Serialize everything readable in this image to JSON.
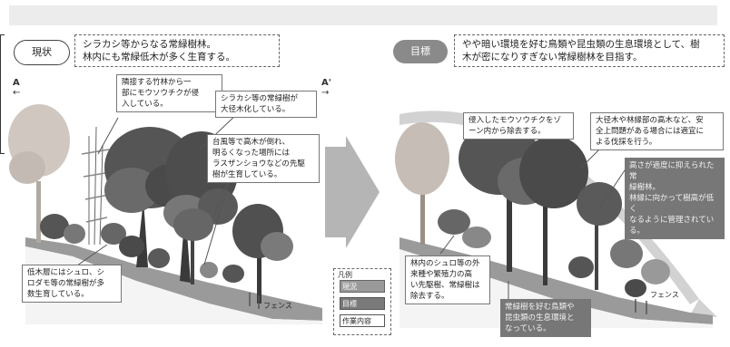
{
  "current": {
    "badge": "現状",
    "summary": "シラカシ等からなる常緑樹林。\n林内にも常緑低木が多く生育する。",
    "label_a": "A",
    "notes": {
      "bamboo": "隣接する竹林から一\n部にモウソウチクが侵\n入している。",
      "evergreen": "シラカシ等の常緑樹が\n大径木化している。",
      "gap": "台風等で高木が倒れ、\n明るくなった場所には\nラスザンショウなどの先駆\n樹が生育している。",
      "shrub": "低木層にはシュロ、シ\nロダモ等の常緑樹が多\n数生育している。"
    },
    "fence": "フェンス"
  },
  "target": {
    "badge": "目標",
    "summary": "やや暗い環境を好む鳥類や昆虫類の生息環境として、樹\n木が密になりすぎない常緑樹林を目指す。",
    "label_a2": "A'",
    "notes": {
      "remove_bamboo": "侵入したモウソウチクをゾ\nーン内から除去する。",
      "cutting": "大径木や林縁部の高木など、安\n全上問題がある場合には適宜に\nよる伐採を行う。",
      "managed": "高さが適度に抑えられた常\n緑樹林。\n林縁に向かって樹高が低く\nなるように管理されている。",
      "invasive": "林内のシュロ等の外\n来種や繁殖力の高\nい先駆樹、常緑樹は\n除去する。",
      "habitat": "常緑樹を好む鳥類や\n昆虫類の生息環境と\nなっている。"
    },
    "fence": "フェンス"
  },
  "legend": {
    "title": "凡例",
    "items": [
      {
        "label": "現況",
        "color": "#9a9a9a"
      },
      {
        "label": "目標",
        "color": "#7a7a7a"
      },
      {
        "label": "作業内容",
        "color": "#ffffff"
      }
    ]
  },
  "colors": {
    "badge_fill": "#8a8a8a",
    "note_dark": "#777777",
    "tree_light": "#8e8e8e",
    "tree_dark": "#4a4a4a",
    "ground": "#9a9a9a",
    "arrow": "#b5b5b5"
  }
}
